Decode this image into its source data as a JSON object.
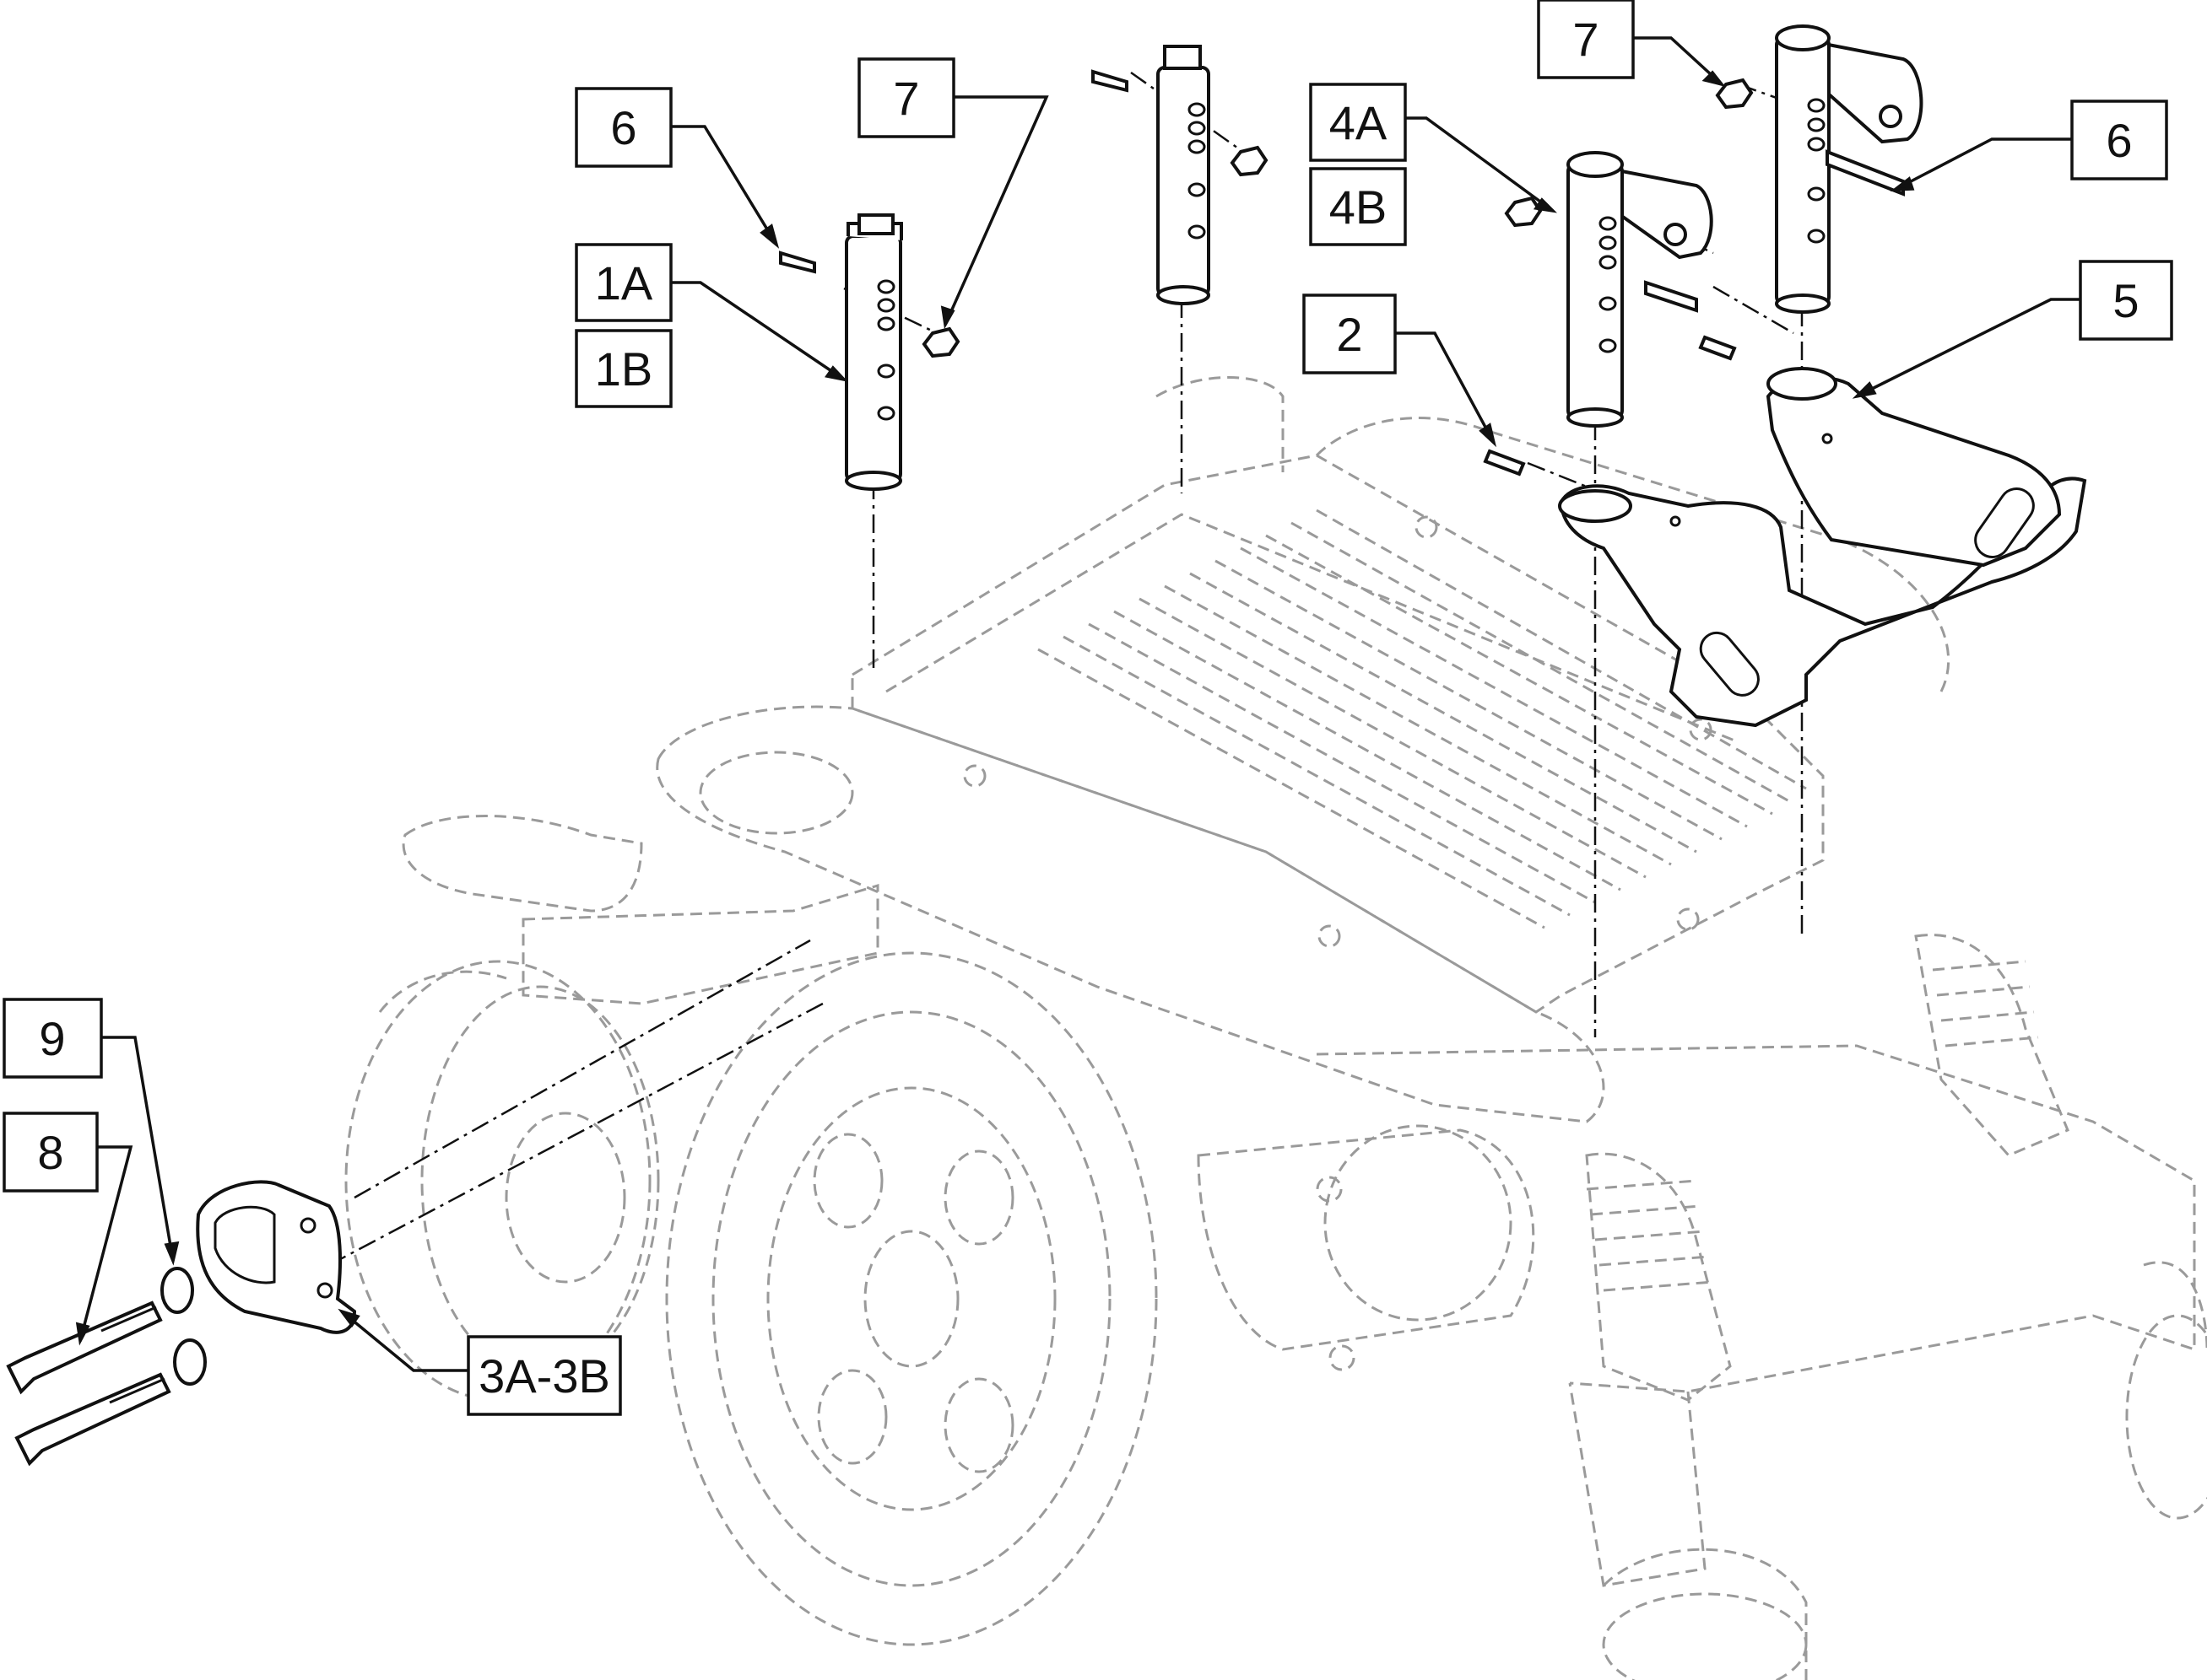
{
  "diagram": {
    "callouts": [
      {
        "id": "6-left",
        "label": "6"
      },
      {
        "id": "7-left",
        "label": "7"
      },
      {
        "id": "1A",
        "label": "1A"
      },
      {
        "id": "1B",
        "label": "1B"
      },
      {
        "id": "7-right",
        "label": "7"
      },
      {
        "id": "4A",
        "label": "4A"
      },
      {
        "id": "4B",
        "label": "4B"
      },
      {
        "id": "6-right",
        "label": "6"
      },
      {
        "id": "2",
        "label": "2"
      },
      {
        "id": "5",
        "label": "5"
      },
      {
        "id": "9",
        "label": "9"
      },
      {
        "id": "8",
        "label": "8"
      },
      {
        "id": "3A-3B",
        "label": "3A-3B"
      }
    ],
    "colors": {
      "line": "#111111",
      "ghost": "#9a9a9a",
      "background": "#ffffff"
    }
  }
}
